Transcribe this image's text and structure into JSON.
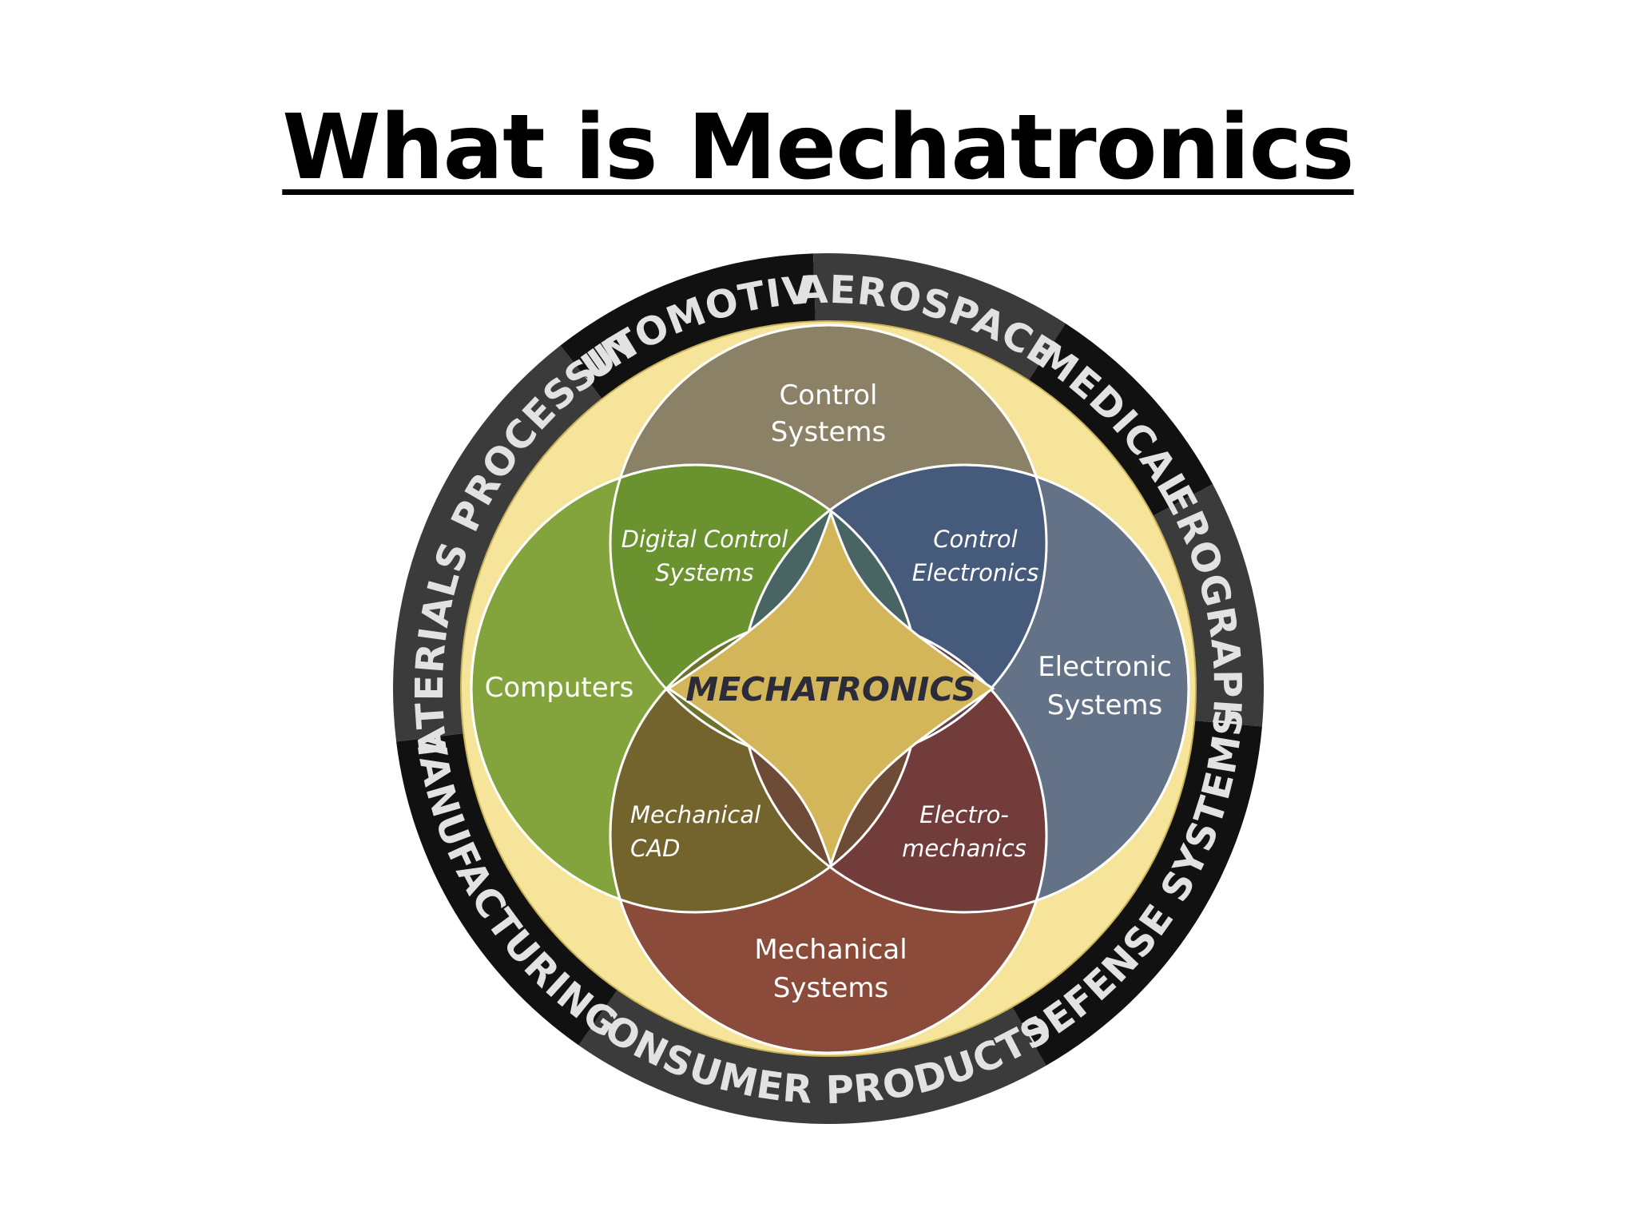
{
  "title": "What is Mechatronics",
  "colors": {
    "ring_dark": "#111111",
    "ring_gray": "#3b3b3b",
    "ring_text": "#e2e2e2",
    "yellow_band": "#f5e49a",
    "control": "#8a8167",
    "computers": "#7a9f35",
    "electronic": "#4a6084",
    "mechanical": "#7e3a30",
    "core": "#d4b65a"
  },
  "industries": [
    {
      "label": "AUTOMOTIVE",
      "shade": "dark"
    },
    {
      "label": "AEROSPACE",
      "shade": "gray"
    },
    {
      "label": "MEDICAL",
      "shade": "dark"
    },
    {
      "label": "XEROGRAPHY",
      "shade": "gray"
    },
    {
      "label": "DEFENSE SYSTEMS",
      "shade": "dark"
    },
    {
      "label": "CONSUMER PRODUCTS",
      "shade": "gray"
    },
    {
      "label": "MANUFACTURING",
      "shade": "dark"
    },
    {
      "label": "MATERIALS PROCESSING",
      "shade": "gray"
    }
  ],
  "fields": {
    "control": {
      "line1": "Control",
      "line2": "Systems"
    },
    "computers": {
      "line1": "Computers"
    },
    "electronic": {
      "line1": "Electronic",
      "line2": "Systems"
    },
    "mechanical": {
      "line1": "Mechanical",
      "line2": "Systems"
    }
  },
  "overlaps": {
    "digital_control": {
      "line1": "Digital Control",
      "line2": "Systems"
    },
    "control_electronics": {
      "line1": "Control",
      "line2": "Electronics"
    },
    "mechanical_cad": {
      "line1": "Mechanical",
      "line2": "CAD"
    },
    "electromechanics": {
      "line1": "Electro-",
      "line2": "mechanics"
    }
  },
  "core": {
    "label": "MECHATRONICS"
  }
}
